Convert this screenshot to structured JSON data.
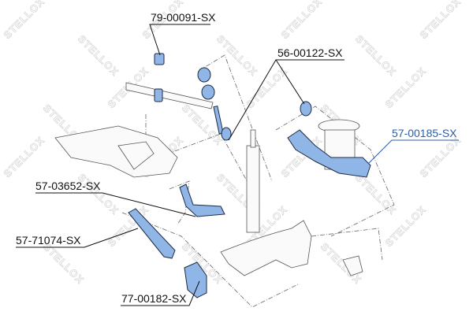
{
  "watermark": "STELLOX",
  "part_color": "#8fb6e6",
  "highlight_color": "#2a5ea8",
  "labels": {
    "stabilizer_bushing": "79-00091-SX",
    "stabilizer_link": "56-00122-SX",
    "upper_control_arm": "57-00185-SX",
    "camber_arm": "57-03652-SX",
    "trailing_link": "57-71074-SX",
    "trailing_arm_bushing": "77-00182-SX"
  }
}
